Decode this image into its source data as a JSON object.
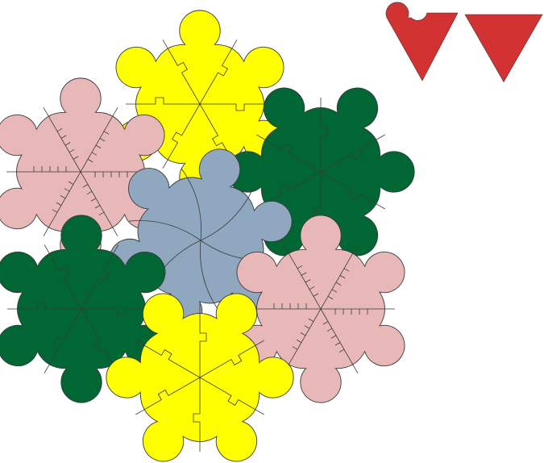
{
  "colors": {
    "background": "#ffffff",
    "outline": "#3a3a3a",
    "pink": "#e8b8b8",
    "yellow": "#ffff00",
    "green": "#006633",
    "blue": "#8fa8bf",
    "red": "#d23232"
  },
  "tiles": [
    {
      "name": "tile-yellow-top",
      "color": "yellow",
      "rotation": 0,
      "shape": "notched"
    },
    {
      "name": "tile-pink-left",
      "color": "pink",
      "rotation": 0,
      "shape": "combed"
    },
    {
      "name": "tile-green-right",
      "color": "green",
      "rotation": 30,
      "shape": "notched"
    },
    {
      "name": "tile-blue-center",
      "color": "blue",
      "rotation": 15,
      "shape": "pinwheel"
    },
    {
      "name": "tile-green-left",
      "color": "green",
      "rotation": 0,
      "shape": "notched"
    },
    {
      "name": "tile-pink-right",
      "color": "pink",
      "rotation": 0,
      "shape": "combed"
    },
    {
      "name": "tile-yellow-bottom",
      "color": "yellow",
      "rotation": 30,
      "shape": "notched"
    }
  ],
  "legend_pieces": [
    {
      "name": "legend-notched-triangle",
      "color": "red",
      "shape": "notched-triangle"
    },
    {
      "name": "legend-plain-triangle",
      "color": "red",
      "shape": "plain-triangle"
    }
  ]
}
